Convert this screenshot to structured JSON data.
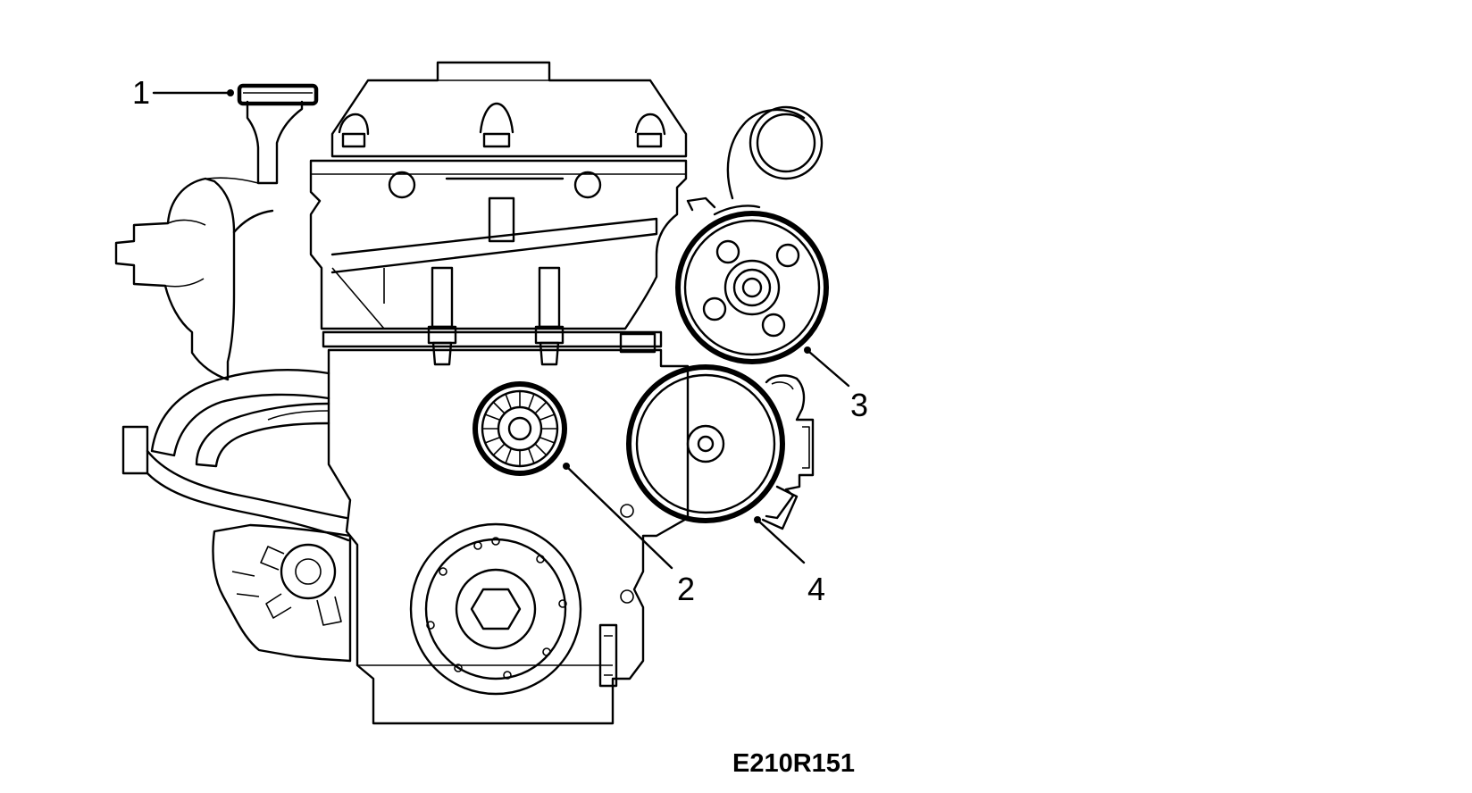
{
  "callouts": [
    {
      "id": "1",
      "text": "1"
    },
    {
      "id": "2",
      "text": "2"
    },
    {
      "id": "3",
      "text": "3"
    },
    {
      "id": "4",
      "text": "4"
    }
  ],
  "figure_code": "E210R151"
}
